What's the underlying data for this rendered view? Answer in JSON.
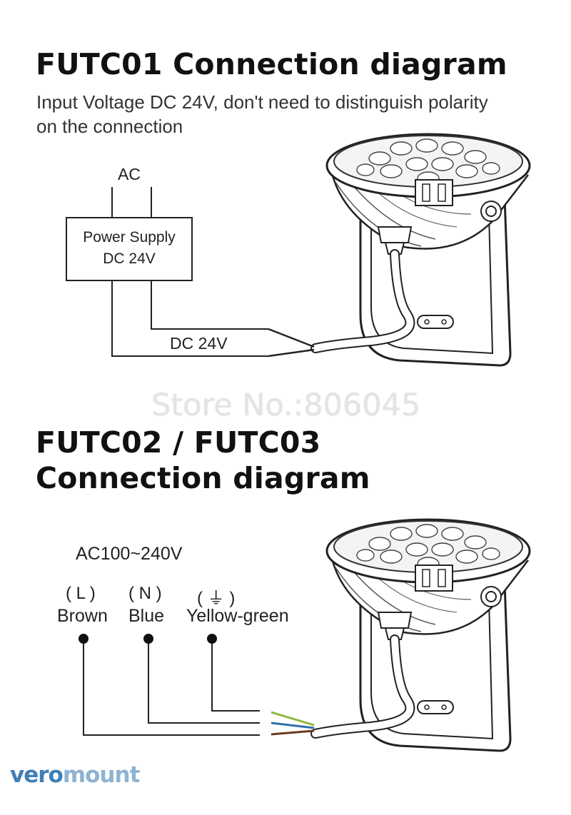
{
  "section1": {
    "title": "FUTC01 Connection diagram",
    "subtitle_line1": "Input Voltage DC 24V, don't need to distinguish polarity",
    "subtitle_line2": "on the connection",
    "ac_label": "AC",
    "psu_line1": "Power Supply",
    "psu_line2": "DC 24V",
    "dc_label": "DC 24V"
  },
  "watermark": "Store No.:806045",
  "section2": {
    "title_line1": "FUTC02 / FUTC03",
    "title_line2": "Connection diagram",
    "voltage_label": "AC100~240V",
    "wires": [
      {
        "symbol": "( L )",
        "color_name": "Brown",
        "color": "#6b3a1f"
      },
      {
        "symbol": "( N )",
        "color_name": "Blue",
        "color": "#2f6fa8"
      },
      {
        "symbol": "( ⏚ )",
        "color_name": "Yellow-green",
        "color": "#8fb83a"
      }
    ]
  },
  "brand": {
    "part1": "vero",
    "part2": "mount",
    "colors": {
      "part1": "#3f7fb8",
      "part2": "#8eb3d3"
    }
  }
}
